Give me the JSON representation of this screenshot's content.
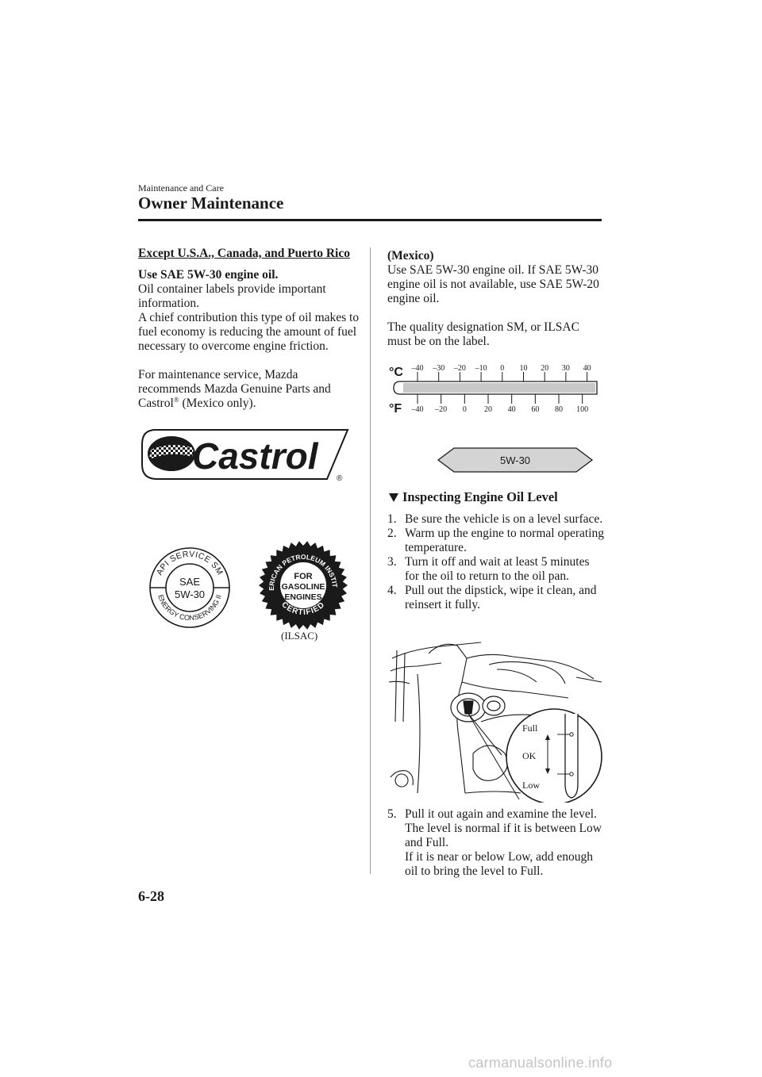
{
  "header": {
    "kicker": "Maintenance and Care",
    "title": "Owner Maintenance"
  },
  "left": {
    "heading": "Except U.S.A., Canada, and Puerto Rico",
    "use_line": "Use SAE 5W-30 engine oil.",
    "labels_text": "Oil container labels provide important information.",
    "economy_text": "A chief contribution this type of oil makes to fuel economy is reducing the amount of fuel necessary to overcome engine friction.",
    "service_text_pre": "For maintenance service, Mazda recommends Mazda Genuine Parts and Castrol",
    "registered_mark": "®",
    "service_text_post": " (Mexico only)."
  },
  "logos": {
    "castrol_wordmark": "Castrol",
    "castrol_registered": "®",
    "api_donut": {
      "center_line1": "SAE",
      "center_line2": "5W-30",
      "arc_top": "API SERVICE SM",
      "arc_bottom": "ENERGY CONSERVING II"
    },
    "ilsac_starburst": {
      "arc_top": "AMERICAN PETROLEUM INSTITUTE",
      "arc_bottom": "CERTIFIED",
      "center_line1": "FOR",
      "center_line2": "GASOLINE",
      "center_line3": "ENGINES"
    },
    "ilsac_caption": "(ILSAC)"
  },
  "right": {
    "mexico_heading": "(Mexico)",
    "mexico_text": "Use SAE 5W-30 engine oil. If SAE 5W-30 engine oil is not available, use SAE 5W-20 engine oil.",
    "quality_text": "The quality designation SM, or ILSAC must be on the label."
  },
  "temperature_scale": {
    "celsius_label": "°C",
    "fahrenheit_label": "°F",
    "celsius_ticks": [
      "–40",
      "–30",
      "–20",
      "–10",
      "0",
      "10",
      "20",
      "30",
      "40"
    ],
    "fahrenheit_ticks": [
      "–40",
      "–20",
      "0",
      "20",
      "40",
      "60",
      "80",
      "100"
    ],
    "oil_grade": "5W-30"
  },
  "inspecting": {
    "heading": "Inspecting Engine Oil Level",
    "steps_a": [
      {
        "num": "1.",
        "text": "Be sure the vehicle is on a level surface."
      },
      {
        "num": "2.",
        "text": "Warm up the engine to normal operating temperature."
      },
      {
        "num": "3.",
        "text": "Turn it off and wait at least 5 minutes for the oil to return to the oil pan."
      },
      {
        "num": "4.",
        "text": "Pull out the dipstick, wipe it clean, and reinsert it fully."
      }
    ],
    "dipstick_labels": {
      "full": "Full",
      "ok": "OK",
      "low": "Low"
    },
    "step5": {
      "num": "5.",
      "line1": "Pull it out again and examine the level.",
      "line2": "The level is normal if it is between Low and Full.",
      "line3": "If it is near or below Low, add enough oil to bring the level to Full."
    }
  },
  "footer": {
    "page_number": "6-28",
    "watermark": "carmanualsonline.info"
  }
}
